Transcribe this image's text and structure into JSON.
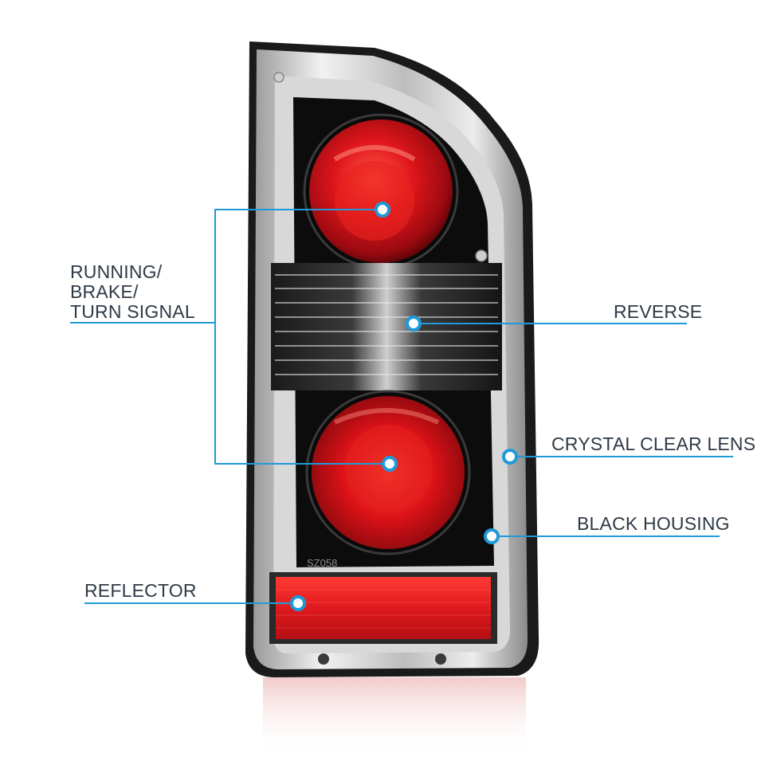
{
  "callouts": {
    "running_brake_turn": {
      "lines": [
        "RUNNING/",
        "BRAKE/",
        "TURN SIGNAL"
      ]
    },
    "reverse": {
      "text": "REVERSE"
    },
    "crystal_clear_lens": {
      "text": "CRYSTAL CLEAR LENS"
    },
    "black_housing": {
      "text": "BLACK HOUSING"
    },
    "reflector": {
      "text": "REFLECTOR"
    }
  },
  "lens_markings": {
    "part_code": "SZ058"
  },
  "colors": {
    "callout_line": "#1f9ad8",
    "callout_text": "#2e3a46",
    "lens_red": "#c8101a",
    "housing_black": "#0c0c0c",
    "chrome_trim": "#d9d9d9"
  }
}
